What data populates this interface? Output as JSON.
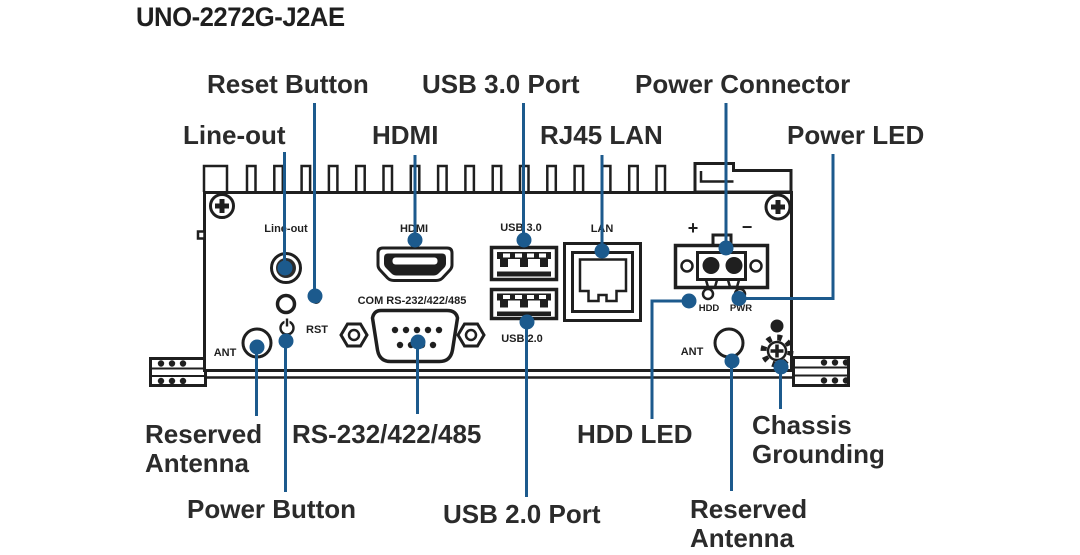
{
  "title": "UNO-2272G-J2AE",
  "colors": {
    "leader": "#1c5a8d",
    "ink": "#1f1f1f",
    "background": "#ffffff",
    "label": "#2b2b2b"
  },
  "callouts": {
    "reset_button": "Reset Button",
    "usb3_port": "USB 3.0 Port",
    "power_connector": "Power Connector",
    "line_out": "Line-out",
    "hdmi": "HDMI",
    "rj45_lan": "RJ45 LAN",
    "power_led": "Power LED",
    "reserved_antenna_left": {
      "line1": "Reserved",
      "line2": "Antenna"
    },
    "rs232": "RS-232/422/485",
    "hdd_led": "HDD LED",
    "chassis_grounding": {
      "line1": "Chassis",
      "line2": "Grounding"
    },
    "power_button": "Power Button",
    "usb2_port": "USB 2.0 Port",
    "reserved_antenna_right": {
      "line1": "Reserved",
      "line2": "Antenna"
    }
  },
  "panel_labels": {
    "line_out": "Line-out",
    "hdmi": "HDMI",
    "com": "COM RS-232/422/485",
    "usb3": "USB 3.0",
    "usb2": "USB 2.0",
    "lan": "LAN",
    "rst": "RST",
    "ant_left": "ANT",
    "ant_right": "ANT",
    "hdd": "HDD",
    "pwr": "PWR",
    "plus": "+",
    "minus": "−"
  }
}
